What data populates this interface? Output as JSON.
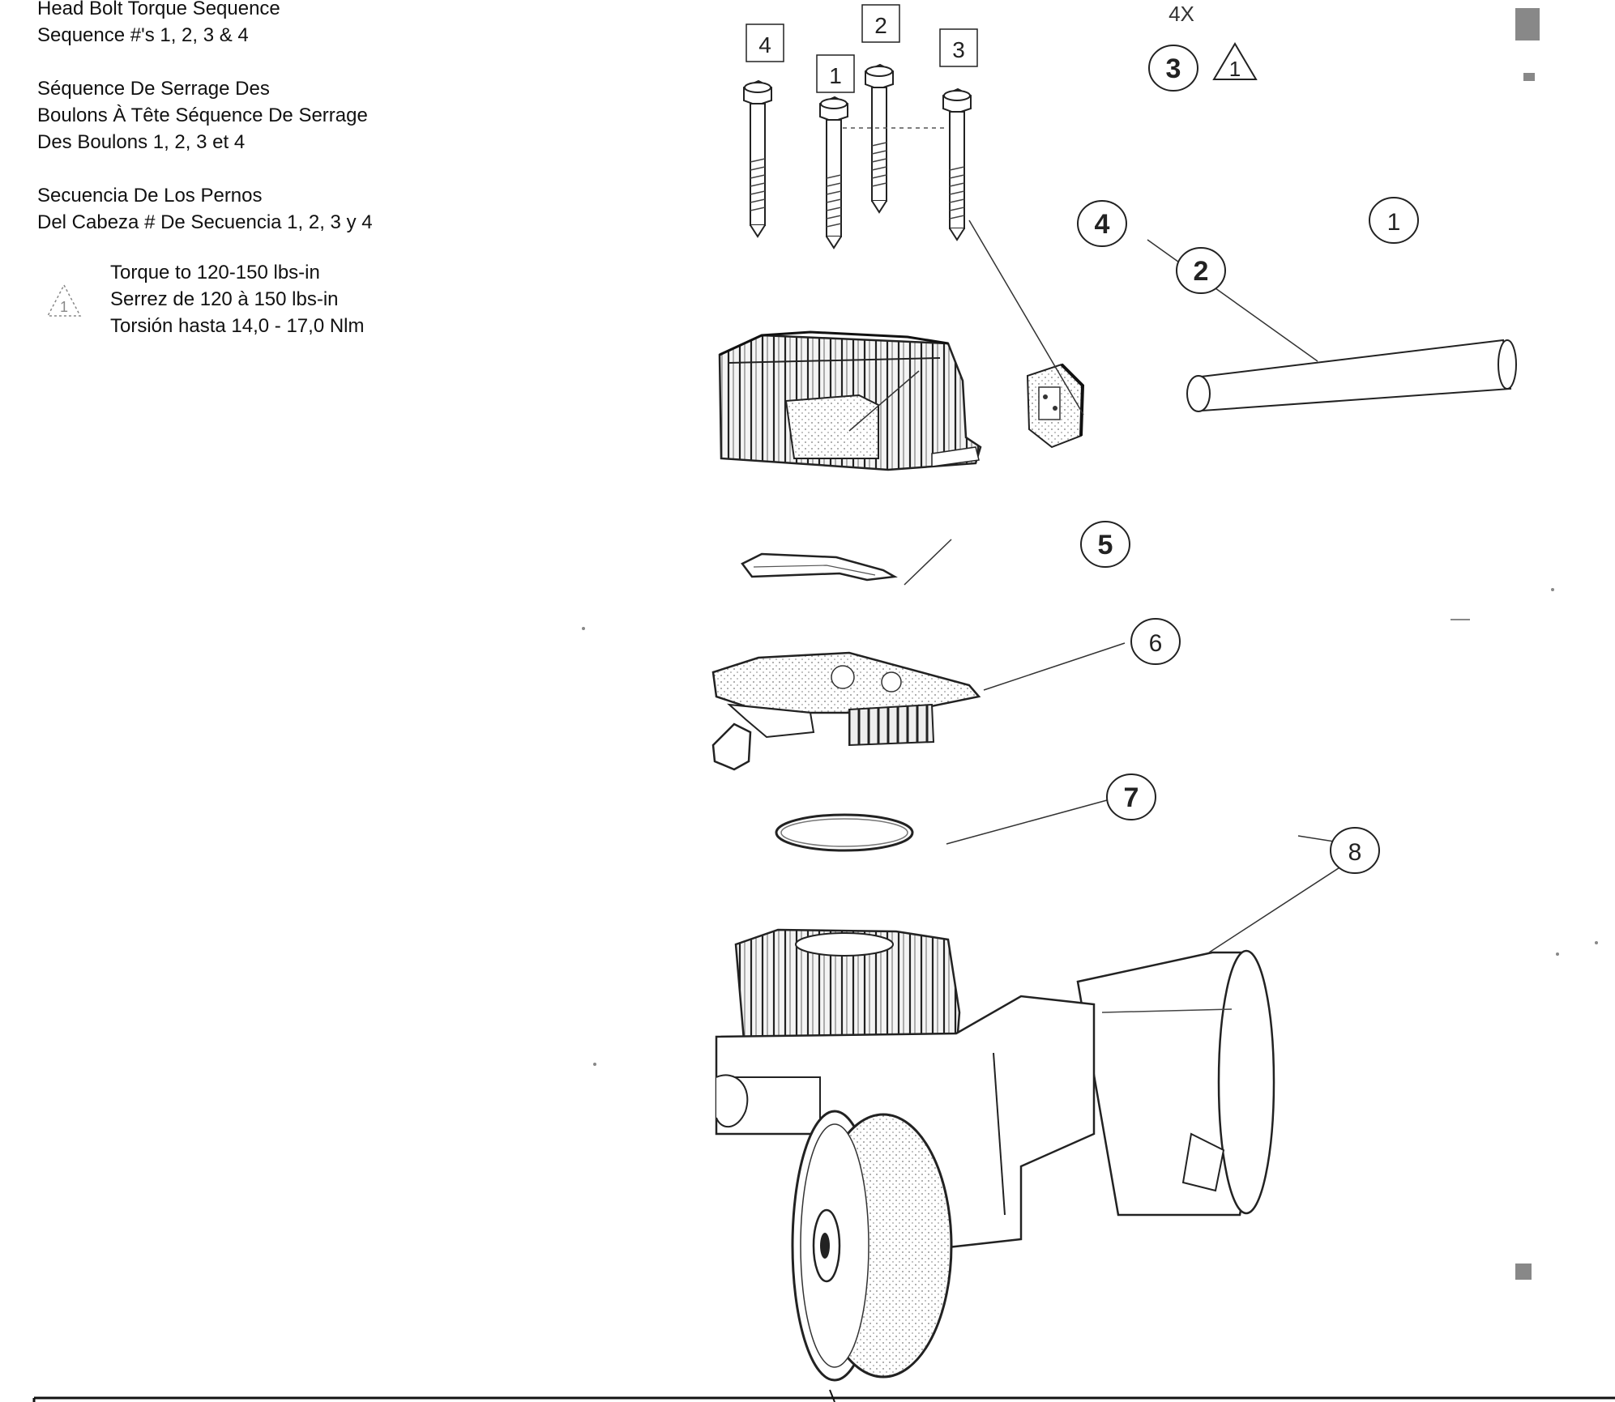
{
  "notes": {
    "english": [
      "Head Bolt Torque Sequence",
      "Sequence #'s 1, 2, 3 & 4"
    ],
    "french": [
      "Séquence De Serrage Des",
      "Boulons À Tête Séquence De Serrage",
      "Des Boulons 1, 2, 3 et 4"
    ],
    "spanish": [
      "Secuencia De Los Pernos",
      "Del Cabeza # De Secuencia 1, 2, 3 y 4"
    ]
  },
  "torque_note": {
    "symbol_number": "1",
    "lines": [
      "Torque to 120-150 lbs-in",
      "Serrez de 120 à 150 lbs-in",
      "Torsión hasta 14,0 - 17,0 Nlm"
    ]
  },
  "bolt_sequence": [
    "4",
    "1",
    "2",
    "3"
  ],
  "quantity_label": "4X",
  "callouts": {
    "c1": "1",
    "c2": "2",
    "c3": "3",
    "c4": "4",
    "c5": "5",
    "c6": "6",
    "c7": "7",
    "c8": "8"
  },
  "callout_3_warning": "1"
}
